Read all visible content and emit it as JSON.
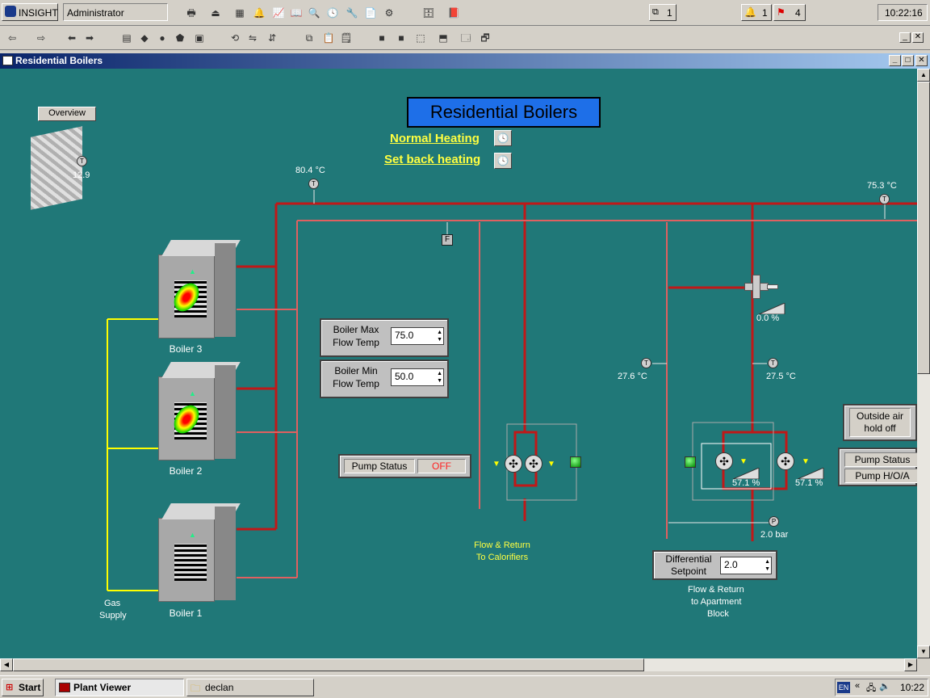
{
  "app": {
    "logo": "INSIGHT",
    "user": "Administrator",
    "clock": "10:22:16"
  },
  "toolbar": {
    "counter1": "1",
    "alarms1": "1",
    "alarms2": "4"
  },
  "window": {
    "title": "Residential Boilers"
  },
  "diagram": {
    "title": "Residential Boilers",
    "overview_button": "Overview",
    "outside_temp": "12.9",
    "schedule_normal": "Normal Heating",
    "schedule_setback": "Set back heating",
    "temp_header": "80.4 °C",
    "temp_right": "75.3 °C",
    "flow_marker": "F",
    "boilers": [
      {
        "label": "Boiler 3"
      },
      {
        "label": "Boiler 2"
      },
      {
        "label": "Boiler 1"
      }
    ],
    "gas_supply": [
      "Gas",
      "Supply"
    ],
    "max_flow": {
      "label1": "Boiler Max",
      "label2": "Flow Temp",
      "value": "75.0"
    },
    "min_flow": {
      "label1": "Boiler Min",
      "label2": "Flow Temp",
      "value": "50.0"
    },
    "pump_status": {
      "label": "Pump Status",
      "value": "OFF"
    },
    "calorifier_label": [
      "Flow & Return",
      "To Calorifiers"
    ],
    "valve_pct": "0.0 %",
    "temp_left_apt": "27.6 °C",
    "temp_right_apt": "27.5 °C",
    "pump1_pct": "57.1 %",
    "pump2_pct": "57.1 %",
    "pressure": "2.0 bar",
    "diff_setpoint": {
      "label1": "Differential",
      "label2": "Setpoint",
      "value": "2.0"
    },
    "apartment_label": [
      "Flow & Return",
      "to Apartment",
      "Block"
    ],
    "outside_air": [
      "Outside air",
      "hold off"
    ],
    "pump_status_btn": "Pump Status",
    "pump_hoa_btn": "Pump H/O/A"
  },
  "taskbar": {
    "start": "Start",
    "task1": "Plant Viewer",
    "task2": "declan",
    "lang": "EN",
    "time": "10:22"
  },
  "colors": {
    "background": "#207878",
    "pipe_flow": "#c01818",
    "pipe_return": "#e06060",
    "gas": "#ffff00"
  }
}
